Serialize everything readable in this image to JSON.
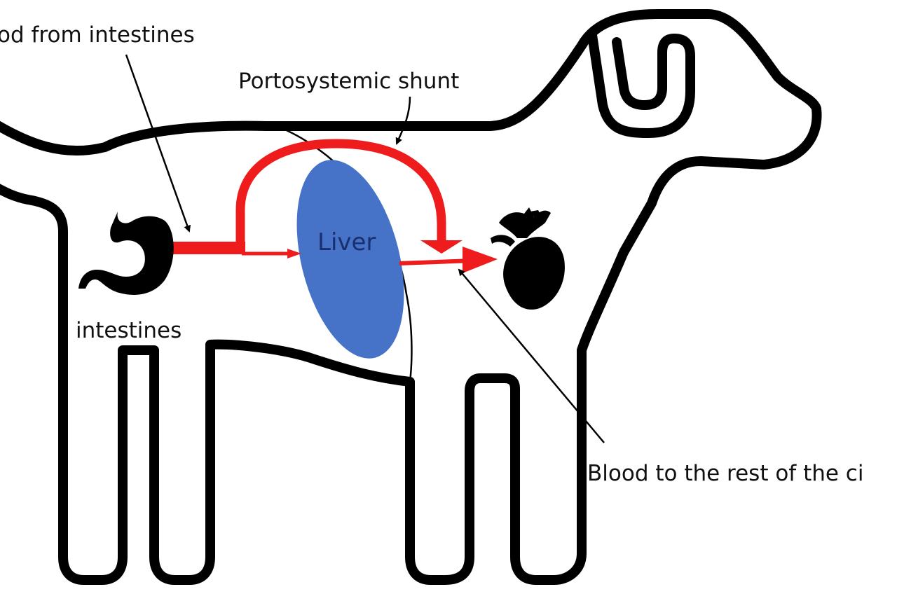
{
  "diagram": {
    "labels": {
      "blood_from_intestines": "od from intestines",
      "portosystemic_shunt": "Portosystemic shunt",
      "liver": "Liver",
      "intestines": "intestines",
      "blood_to_rest": "Blood to the rest of the ci"
    },
    "colors": {
      "outline": "#000000",
      "blood_vessel": "#ee1c1c",
      "liver": "#4673c8",
      "liver_label": "#1a2f6e",
      "organ": "#000000",
      "background": "#ffffff"
    },
    "icons": {
      "stomach": "stomach-icon",
      "heart": "heart-icon"
    }
  }
}
